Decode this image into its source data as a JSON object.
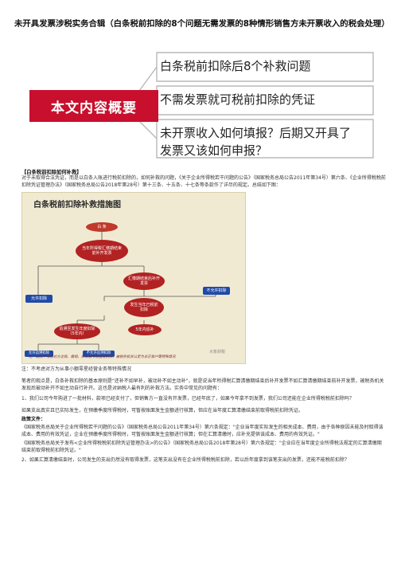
{
  "title": "未开具发票涉税实务合辑（白条税前扣除的8个问题无需发票的8种情形销售方未开票收入的税会处理）",
  "banner": {
    "left_label": "本文内容概要",
    "items": [
      "白条税前扣除后8个补救问题",
      "不需发票就可税前扣除的凭证",
      "未开票收入如何填报？后期又开具了发票又该如何申报？"
    ],
    "colors": {
      "accent": "#c8102e",
      "frame": "#b8b8b8"
    }
  },
  "section_head": "【白条税前扣除如何补救】",
  "intro": "对于未取得合法凭证，而是以白条入账进行税前扣除的，如何补救的问题，《关于企业所得税若干问题的公告》（国家税务总局公告2011年第34号）第六条、《企业所得税税前扣除凭证管理办法》（国家税务总局公告2018年第28号）第十三条、十五条、十七条等条款作了详尽的规定。总结如下图：",
  "diagram": {
    "title": "白条税前扣除补救措施图",
    "nodes": {
      "start": "白  条",
      "n1": "当年所得税汇缴期结束前补开发票",
      "n2": "汇缴期结束后补开发票",
      "n3": "发生当年已税前扣除",
      "n4": "允许扣除",
      "n5": "不允许扣除",
      "n6": "追溯至发生年度扣除（5年内）",
      "n7": "5年内追补",
      "n8": "允许追溯扣除",
      "n9": "不允许追溯扣除"
    },
    "note": "注：此图不考虑对方注销、撤销、依法被吊销营业执照、被税务机关认定为非正常户等特殊情况",
    "watermark": "大象财税"
  },
  "note_line": "注：不考虑对方为从事小额零星经营业务等特殊情况",
  "para2": "笔者的观点是，白条补救扣除的基本原则是\"还补不如早补，被动补不如主动补\"，就是说当年所得税汇算清缴期结束后补开发票不如汇算清缴期结束前补开发票，被税务机关发现后被动补开不如主动自行补开。这也是对纳税人最有利的补救方法。实务中常见的问题有：",
  "q1": "1、我们公司今年购进了一批材料，款项已经支付了，但销售方一直没有开发票，已经年底了，如果今年拿不到发票，我们公司还能在企业所得税税前扣除吗？",
  "a1": "如果支出真实且已实际发生，在预缴季度所得税时，可暂按账面发生金额进行核算，但应在当年度汇算清缴结束前取得税前扣除凭证。",
  "policy_head": "政策文件：",
  "pol1": "《国家税务总局关于企业所得税若干问题的公告》（国家税务总局公告2011年第34号）第六条规定：\"企业当年度实际发生的相关成本、费用，由于各种原因未能及时取得该成本、费用的有效凭证，企业在预缴季度所得税时，可暂按账面发生金额进行核算；但在汇算清缴时，应补充提供该成本、费用的有效凭证。\"",
  "pol2": "《国家税务总局关于发布<企业所得税税前扣除凭证管理办法>的公告》（国家税务总局公告2018年第28号）第六条规定：\"企业应在当年度企业所得税法规定的汇算清缴期结束前取得税前扣除凭证。\"",
  "q2": "2、如果汇算清缴结束时，公司发生的支出仍然没有取得发票，这笔支出没有在企业所得税税前扣除，若以后年度拿到该笔支出的发票，还能不能税前扣除？"
}
